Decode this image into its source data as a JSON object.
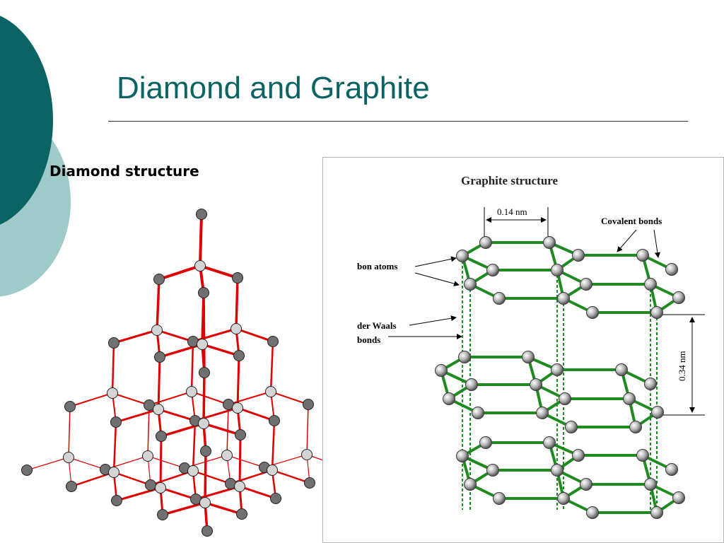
{
  "slide": {
    "title": "Diamond and Graphite",
    "diamond_caption": "Diamond structure",
    "graphite": {
      "title": "Graphite structure",
      "spacing_label": "0.14 nm",
      "covalent_label": "Covalent bonds",
      "atoms_label": "bon atoms",
      "vdw_label_1": "der Waals",
      "vdw_label_2": "bonds",
      "layer_gap_label": "0.34 nm"
    }
  },
  "colors": {
    "theme_dark": "#0b6363",
    "theme_light": "#9ecbc9",
    "diamond_bond": "#e00000",
    "graphite_bond": "#1f8a1f"
  }
}
